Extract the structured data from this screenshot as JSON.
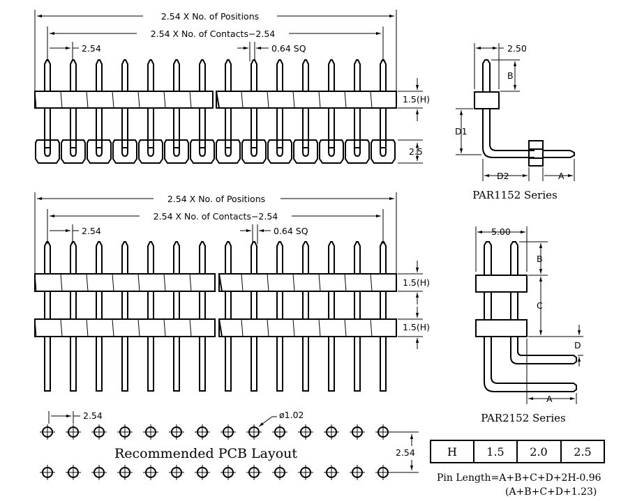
{
  "top_front": {
    "positions_label": "2.54 X No. of Positions",
    "contacts_label": "2.54 X No. of Contacts−2.54",
    "pitch_label": "2.54",
    "pin_size_label": "0.64 SQ",
    "height_label": "1.5(H)",
    "tail_label": "2.5"
  },
  "par1152": {
    "width_label": "2.50",
    "b_label": "B",
    "d1_label": "D1",
    "d2_label": "D2",
    "a_label": "A",
    "series_label": "PAR1152 Series"
  },
  "bottom_front": {
    "positions_label": "2.54 X No. of Positions",
    "contacts_label": "2.54 X No. of Contacts−2.54",
    "pitch_label": "2.54",
    "pin_size_label": "0.64 SQ",
    "height_label_1": "1.5(H)",
    "height_label_2": "1.5(H)"
  },
  "par2152": {
    "width_label": "5.00",
    "b_label": "B",
    "c_label": "C",
    "d_label": "D",
    "a_label": "A",
    "series_label": "PAR2152 Series"
  },
  "pcb": {
    "pitch_label": "2.54",
    "hole_label": "ø1.02",
    "row_pitch_label": "2.54",
    "title": "Recommended PCB Layout"
  },
  "h_table": {
    "header": "H",
    "values": [
      "1.5",
      "2.0",
      "2.5"
    ]
  },
  "formula": {
    "line1": "Pin Length=A+B+C+D+2H-0.96",
    "line2": "(A+B+C+D+1.23)"
  }
}
